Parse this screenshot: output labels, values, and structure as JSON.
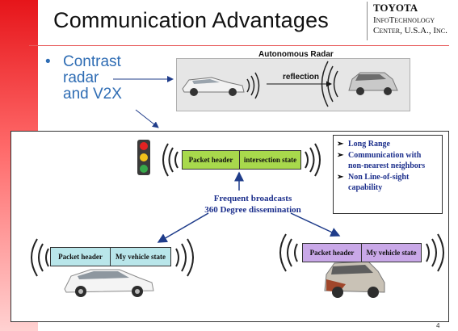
{
  "slide": {
    "title": "Communication Advantages",
    "page_number": "4"
  },
  "logo": {
    "line1": "TOYOTA",
    "line2": "InfoTechnology",
    "line3": "Center, U.S.A., Inc."
  },
  "bullet": {
    "symbol": "•",
    "line1": "Contrast",
    "line2": "radar",
    "line3": "and V2X"
  },
  "radar_panel": {
    "title": "Autonomous Radar",
    "reflection_label": "reflection"
  },
  "packets": {
    "intersection": {
      "header": "Packet header",
      "body": "intersection state"
    },
    "left_vehicle": {
      "header": "Packet header",
      "body": "My vehicle state"
    },
    "right_vehicle": {
      "header": "Packet header",
      "body": "My vehicle state"
    }
  },
  "broadcast_text": {
    "line1": "Frequent broadcasts",
    "line2": "360 Degree dissemination"
  },
  "features": [
    {
      "marker": "➢",
      "text": "Long Range"
    },
    {
      "marker": "➢",
      "text": "Communication with non-nearest neighbors"
    },
    {
      "marker": "➢",
      "text": "Non Line-of-sight capability"
    }
  ],
  "colors": {
    "accent_red": "#e6151a",
    "bullet_blue": "#2f6db4",
    "navy_text": "#1c2f8c",
    "packet_green": "#a8d94c",
    "packet_teal": "#b9e6ea",
    "packet_violet": "#c9a8e8"
  },
  "icons": [
    "traffic-light-icon",
    "car-icon",
    "radio-wave-icon",
    "arrow-icon"
  ]
}
